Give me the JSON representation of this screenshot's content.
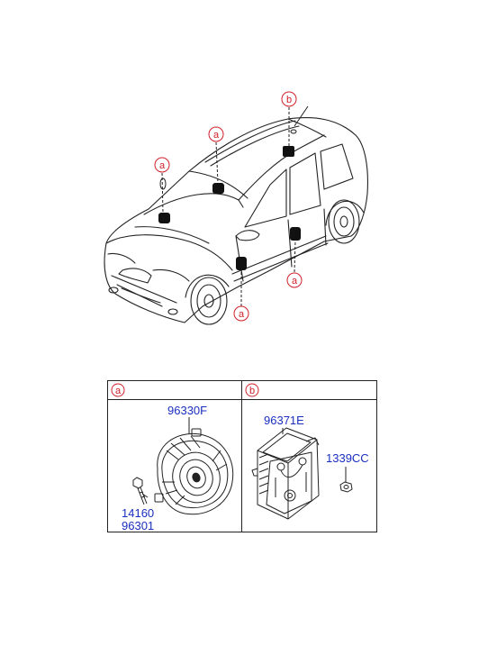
{
  "callouts": {
    "a": "a",
    "b": "b"
  },
  "parts": {
    "speaker_front": "96330F",
    "bolt_line1": "14160",
    "bolt_line2": "96301",
    "amplifier": "96371E",
    "nut": "1339CC"
  },
  "colors": {
    "callout": "#d0202a",
    "part_label": "#1a2fbf",
    "line": "#222222"
  },
  "icons": {
    "vehicle": "hatchback-car-illustration",
    "speaker": "door-speaker-icon",
    "amplifier": "amplifier-module-icon",
    "bolt": "bolt-icon",
    "nut": "nut-icon"
  }
}
